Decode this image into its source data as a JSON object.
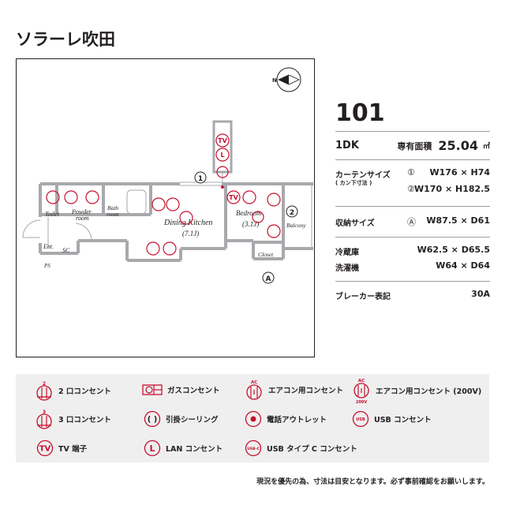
{
  "property": {
    "name": "ソラーレ吹田"
  },
  "floor_plan": {
    "rooms": {
      "toilet": "Toilet",
      "powder_room": [
        "Powder",
        "room"
      ],
      "bath_room": [
        "Bath",
        "room"
      ],
      "dining_kitchen": "Dining Kitchen",
      "dining_kitchen_size": "(7.1J)",
      "bedroom": "Bedroom",
      "bedroom_size": "(3.1J)",
      "balcony": "Balcony",
      "closet": "Closet",
      "entrance": "Ent.",
      "shoe_closet": "SC",
      "pipe_space": "PS"
    },
    "markers": {
      "window1": "1",
      "window2": "2",
      "storage_a": "A"
    },
    "outlet_labels": {
      "tv": "TV",
      "lan": "L"
    },
    "compass": "N"
  },
  "info": {
    "unit_number": "101",
    "layout_type": "1DK",
    "area_label": "専有面積",
    "area_value": "25.04",
    "area_unit": "㎡",
    "curtain": {
      "label": "カーテンサイズ",
      "sublabel": "( カン下寸法 )",
      "items": [
        {
          "marker": "①",
          "value": "W176 × H74"
        },
        {
          "marker": "②",
          "value": "W170 × H182.5"
        }
      ]
    },
    "storage": {
      "label": "収納サイズ",
      "marker": "Ⓐ",
      "value": "W87.5 × D61"
    },
    "refrigerator": {
      "label": "冷蔵庫",
      "value": "W62.5 × D65.5"
    },
    "washer": {
      "label": "洗濯機",
      "value": "W64 × D64"
    },
    "breaker": {
      "label": "ブレーカー表記",
      "value": "30A"
    }
  },
  "legend": {
    "items": [
      {
        "icon": "outlet-2-icon",
        "label": "2 口コンセント"
      },
      {
        "icon": "gas-outlet-icon",
        "label": "ガスコンセント"
      },
      {
        "icon": "ac-outlet-icon",
        "label": "エアコン用コンセント"
      },
      {
        "icon": "ac-outlet-200v-icon",
        "label": "エアコン用コンセント (200V)"
      },
      {
        "icon": "outlet-3-icon",
        "label": "3 口コンセント"
      },
      {
        "icon": "ceiling-hook-icon",
        "label": "引掛シーリング"
      },
      {
        "icon": "phone-outlet-icon",
        "label": "電話アウトレット"
      },
      {
        "icon": "usb-outlet-icon",
        "label": "USB コンセント"
      },
      {
        "icon": "tv-terminal-icon",
        "label": "TV 端子"
      },
      {
        "icon": "lan-outlet-icon",
        "label": "LAN コンセント"
      },
      {
        "icon": "usb-c-outlet-icon",
        "label": "USB タイプ C コンセント"
      }
    ],
    "icon_text": {
      "n2": "2",
      "n3": "3",
      "ac": "AC",
      "v200": "200V",
      "tv": "TV",
      "l": "L",
      "usb": "USB",
      "usbc": "USB-C"
    }
  },
  "colors": {
    "accent": "#c8102e",
    "wall": "#a7a9ac",
    "legend_bg": "#efefef",
    "text": "#231f20"
  },
  "footer": {
    "note": "現況を優先の為、寸法は目安となります。必ず事前確認をお願いします。"
  }
}
